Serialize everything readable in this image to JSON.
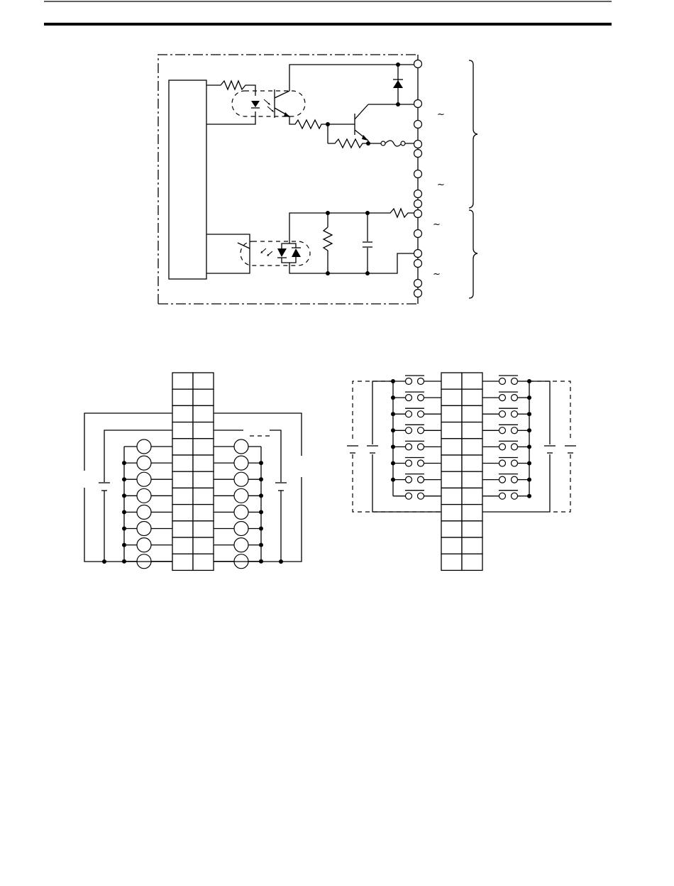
{
  "header": {
    "rules": [
      "thin-top-rule",
      "thick-header-rule"
    ]
  },
  "circuit": {
    "tilde_marks": [
      "~",
      "~",
      "~",
      "~"
    ]
  },
  "output_wiring": {
    "rows": 12,
    "loads_per_side": 8
  },
  "input_wiring": {
    "rows": 12,
    "switches_per_side": 8
  }
}
